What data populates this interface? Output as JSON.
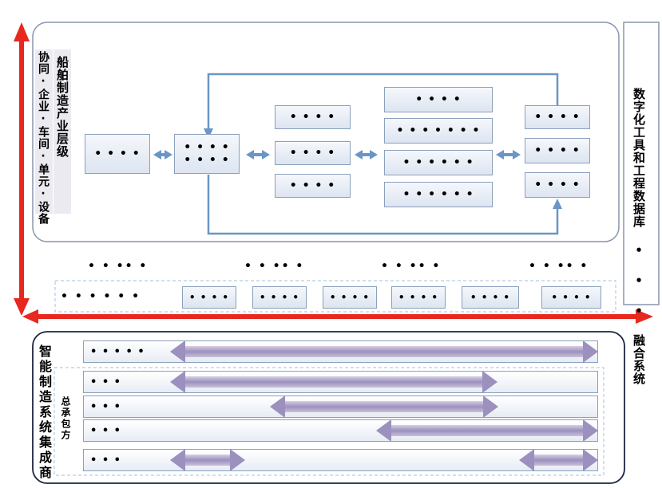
{
  "top_panel": {
    "left_label_1": "协同·企业·车间·单元·设备",
    "left_label_2": "船舶制造产业层级",
    "node_left": "• • • •",
    "node_center_1": "• • • •",
    "node_center_2": "• • • •",
    "column_2": [
      "• • • •",
      "• • • •",
      "• • • •"
    ],
    "column_3": [
      "• • • •",
      "• • • • • • •",
      "• • • • • •",
      "• • • • • •"
    ],
    "column_4": [
      "• • • •",
      "• • • •",
      "• • • •"
    ]
  },
  "right_panel": {
    "label": "数字化工具和工程数据库 • • • 融合系统"
  },
  "middle": {
    "group_labels": [
      "• • •• •",
      "• • •• •",
      "• • •• •",
      "• • •• •"
    ],
    "strip_label": "• • • • • •",
    "strip_items": [
      "• • • •",
      "• • • •",
      "• • • •",
      "• • • •",
      "• • • •",
      "• • • •"
    ]
  },
  "bottom_panel": {
    "left_label": "智能制造系统集成商",
    "sub_label": "总承包方",
    "rows": [
      "• • • • •",
      "• • •",
      "• • •",
      "• • •",
      "• • •"
    ]
  },
  "colors": {
    "axis": "#e8271e",
    "flow": "#6a95c6",
    "span": "#9b8fbc",
    "panel_border": "#8795ad"
  }
}
